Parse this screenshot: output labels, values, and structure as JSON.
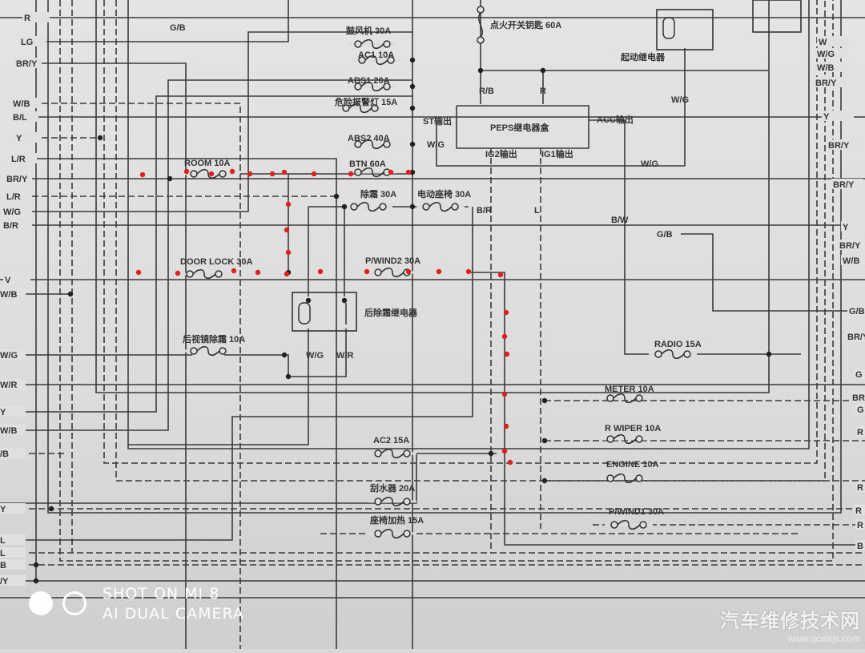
{
  "diagram": {
    "fuses": [
      {
        "label": "鼓风机 30A"
      },
      {
        "label": "AC1 10A"
      },
      {
        "label": "ABS1 20A"
      },
      {
        "label": "危险报警灯 15A"
      },
      {
        "label": "ABS2 40A"
      },
      {
        "label": "BTN 60A"
      },
      {
        "label": "ROOM 10A"
      },
      {
        "label": "除霜 30A"
      },
      {
        "label": "电动座椅 30A"
      },
      {
        "label": "DOOR LOCK 30A"
      },
      {
        "label": "P/WIND2 30A"
      },
      {
        "label": "后视镜除霜 10A"
      },
      {
        "label": "RADIO 15A"
      },
      {
        "label": "METER 10A"
      },
      {
        "label": "R WIPER 10A"
      },
      {
        "label": "ENGINE 10A"
      },
      {
        "label": "AC2 15A"
      },
      {
        "label": "刮水器 20A"
      },
      {
        "label": "座椅加热 15A"
      },
      {
        "label": "P/WIND1 30A"
      },
      {
        "label": "点火开关钥匙 60A"
      }
    ],
    "left_wires": [
      "R",
      "LG",
      "BR/Y",
      "W/B",
      "B/L",
      "Y",
      "L/R",
      "BR/Y",
      "L/R",
      "W/G",
      "B/R",
      "V",
      "W/B",
      "W/G",
      "W/R",
      "Y",
      "W/B",
      "/B",
      "Y",
      "L",
      "L",
      "B",
      "/Y"
    ],
    "right_wires": [
      "W",
      "W/G",
      "W/B",
      "BR/Y",
      "Y",
      "BR/Y",
      "BR/Y",
      "Y",
      "BR/Y",
      "W/B",
      "G/B",
      "BR/Y",
      "G",
      "BR",
      "G",
      "R",
      "R",
      "R",
      "R",
      "B"
    ],
    "peps_box": "PEPS继电器盒",
    "rear_defrost_relay": "后除霜继电器",
    "starter_relay": "起动继电器",
    "labels": [
      "G/B",
      "R/B",
      "R",
      "ST输出",
      "ACC输出",
      "W/G",
      "IG2输出",
      "IG1输出",
      "W/G",
      "W/G",
      "B/R",
      "L",
      "B/W",
      "G/B",
      "W/G",
      "W/R"
    ],
    "highlight_color": "#e0201a"
  },
  "camera": {
    "line1": "SHOT ON MI 8",
    "line2": "AI DUAL CAMERA"
  },
  "watermark": {
    "title": "汽车维修技术网",
    "url": "www.qcwxjs.com"
  }
}
